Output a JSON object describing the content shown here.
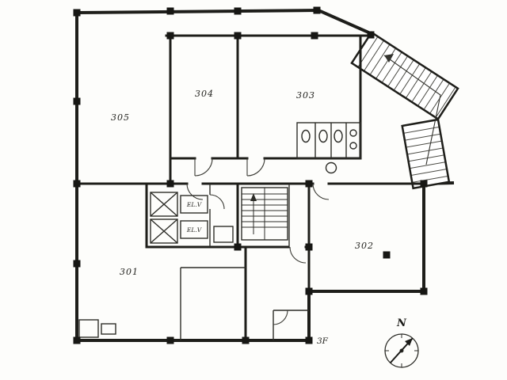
{
  "floor": {
    "label": "3F"
  },
  "compass": {
    "north_label": "N"
  },
  "rooms": [
    {
      "number": "305"
    },
    {
      "number": "304"
    },
    {
      "number": "303"
    },
    {
      "number": "302"
    },
    {
      "number": "301"
    }
  ],
  "elevators": [
    {
      "label": "EL.V"
    },
    {
      "label": "EL.V"
    }
  ]
}
